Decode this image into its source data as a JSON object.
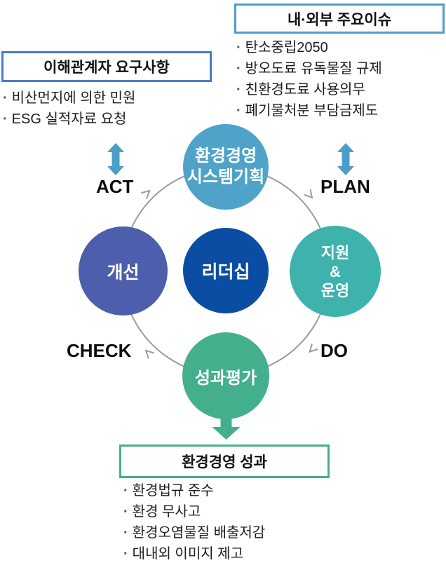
{
  "bullet_char": "·",
  "issues_box": {
    "title": "내·외부 주요이슈",
    "border_color": "#4E9EC6",
    "items": [
      "탄소중립2050",
      "방오도료 유독물질 규제",
      "친환경도료 사용의무",
      "폐기물처분 부담금제도"
    ]
  },
  "stakeholder_box": {
    "title": "이해관계자 요구사항",
    "border_color": "#4B7CC8",
    "items": [
      "비산먼지에 의한 민원",
      "ESG 실적자료 요청"
    ]
  },
  "outcome_box": {
    "title": "환경경영 성과",
    "border_color": "#44AF8C",
    "items": [
      "환경법규 준수",
      "환경 무사고",
      "환경오염물질 배출저감",
      "대내외 이미지 제고"
    ]
  },
  "cycle": {
    "plan_circle": {
      "label": "환경경영\n시스템기획",
      "color": "#4FA3C8"
    },
    "improve_circle": {
      "label": "개선",
      "color": "#4D5EAC"
    },
    "leadership_circle": {
      "label": "리더십",
      "color": "#0B4DA2"
    },
    "support_circle": {
      "label": "지원\n&\n운영",
      "color": "#3EB2AD"
    },
    "evaluate_circle": {
      "label": "성과평가",
      "color": "#44AF8C"
    },
    "phase_act": "ACT",
    "phase_plan": "PLAN",
    "phase_check": "CHECK",
    "phase_do": "DO",
    "arc_color": "#9B9B9B",
    "updown_arrow_color": "#4C9EC8",
    "outcome_arrow_color": "#44AF8C"
  }
}
